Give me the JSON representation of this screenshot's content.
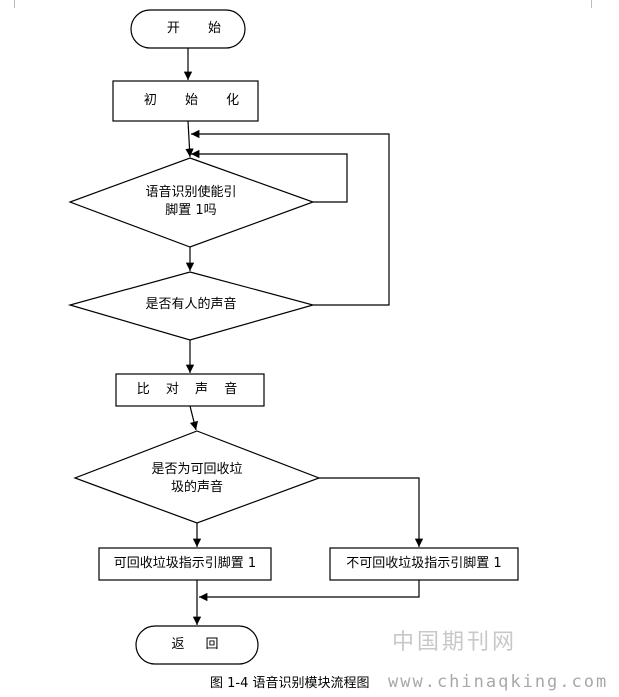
{
  "flowchart": {
    "start": "开 始",
    "init": "初 始 化",
    "decision_enable": "语音识别使能引\n脚置 1吗",
    "decision_voice": "是否有人的声音",
    "compare": "比 对 声 音",
    "decision_recyclable": "是否为可回收垃\n圾的声音",
    "set_recyclable": "可回收垃圾指示引脚置 1",
    "set_nonrecyclable": "不可回收垃圾指示引脚置 1",
    "end": "返　回"
  },
  "caption": "图 1-4 语音识别模块流程图",
  "watermark": {
    "name": "中国期刊网",
    "url": "www.chinaqking.com"
  }
}
